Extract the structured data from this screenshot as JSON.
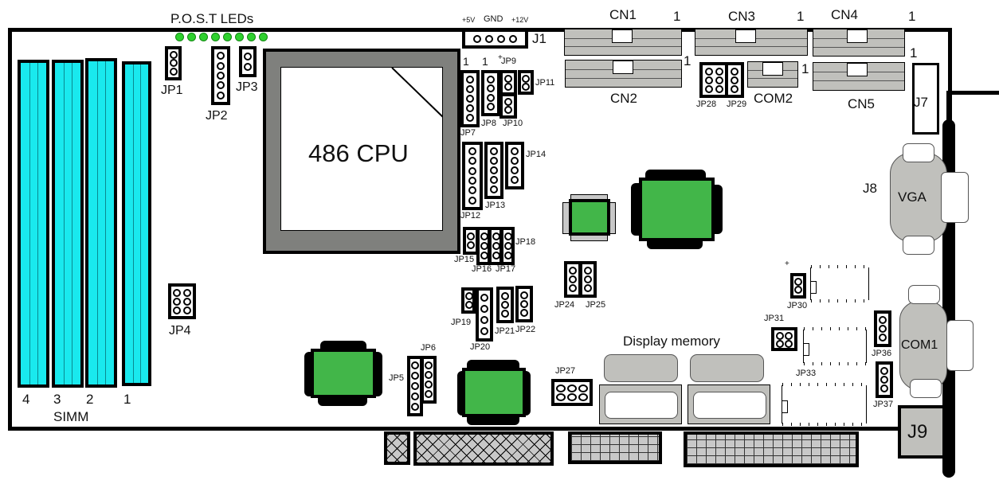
{
  "title": "486 single board computer layout",
  "colors": {
    "simm": "#19e9ee",
    "chip": "#42b649",
    "led": "#2fd12f",
    "connector": "#c0c0bc",
    "cpu_frame": "#7f807d"
  },
  "labels": {
    "post_leds": "P.O.S.T  LEDs",
    "cpu": "486 CPU",
    "simm": "SIMM",
    "simm_slots": [
      "4",
      "3",
      "2",
      "1"
    ],
    "display_memory": "Display memory",
    "vga": "VGA",
    "com1": "COM1",
    "com2": "COM2",
    "j1": "J1",
    "j1_pins": [
      "+5V",
      "GND",
      "+12V"
    ],
    "j7": "J7",
    "j8": "J8",
    "j9": "J9",
    "cn1": "CN1",
    "cn2": "CN2",
    "cn3": "CN3",
    "cn4": "CN4",
    "cn5": "CN5",
    "pin1": "1",
    "plus": "+"
  },
  "jumpers": {
    "jp1": "JP1",
    "jp2": "JP2",
    "jp3": "JP3",
    "jp4": "JP4",
    "jp5": "JP5",
    "jp6": "JP6",
    "jp7": "JP7",
    "jp8": "JP8",
    "jp9": "JP9",
    "jp10": "JP10",
    "jp11": "JP11",
    "jp12": "JP12",
    "jp13": "JP13",
    "jp14": "JP14",
    "jp15": "JP15",
    "jp16": "JP16",
    "jp17": "JP17",
    "jp18": "JP18",
    "jp19": "JP19",
    "jp20": "JP20",
    "jp21": "JP21",
    "jp22": "JP22",
    "jp24": "JP24",
    "jp25": "JP25",
    "jp27": "JP27",
    "jp28": "JP28",
    "jp29": "JP29",
    "jp30": "JP30",
    "jp31": "JP31",
    "jp33": "JP33",
    "jp36": "JP36",
    "jp37": "JP37"
  },
  "led_count": 8
}
